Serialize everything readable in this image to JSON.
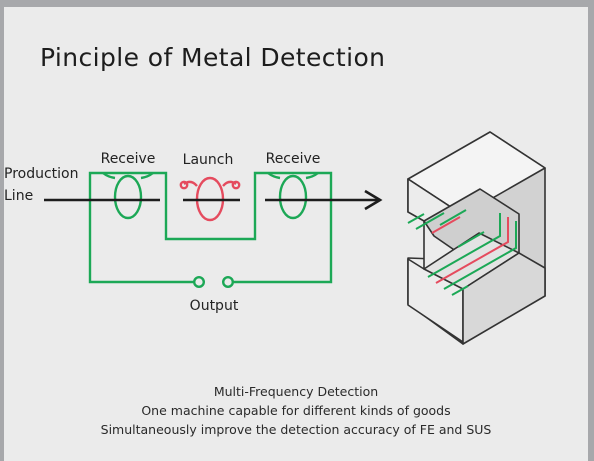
{
  "title": "Pinciple of Metal Detection",
  "labels": {
    "production_line": [
      "Production",
      "Line"
    ],
    "receive_left": "Receive",
    "launch": "Launch",
    "receive_right": "Receive",
    "output": "Output"
  },
  "captions": [
    "Multi-Frequency Detection",
    "One machine capable for different kinds of goods",
    "Simultaneously improve the detection accuracy of FE and SUS"
  ],
  "colors": {
    "panel_bg": "#ebebeb",
    "coil_green": "#1ca856",
    "coil_red": "#e54b5e",
    "line_dark": "#1d1d1d",
    "machine_front": "#ececec",
    "machine_side": "#d2d2d2",
    "machine_top": "#f4f4f4"
  }
}
